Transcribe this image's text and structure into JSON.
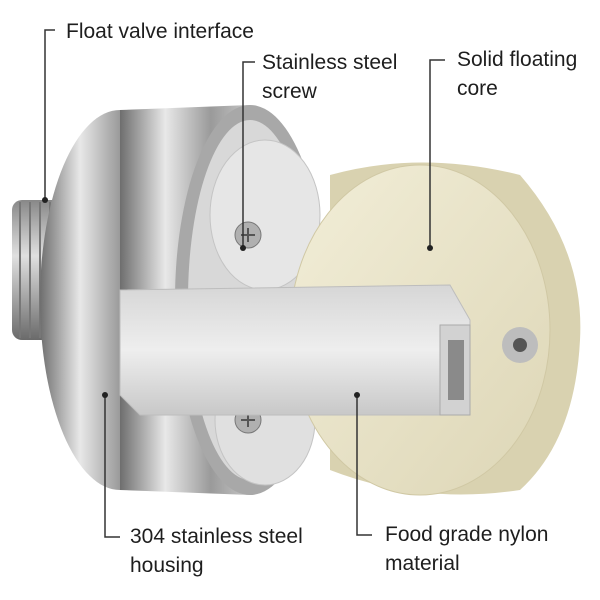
{
  "labels": {
    "float_valve": "Float valve interface",
    "screw_line1": "Stainless steel",
    "screw_line2": "screw",
    "core_line1": "Solid floating",
    "core_line2": "core",
    "housing_line1": "304 stainless steel",
    "housing_line2": "housing",
    "nylon_line1": "Food grade nylon",
    "nylon_line2": "material"
  },
  "colors": {
    "text": "#1e1e1e",
    "cream_core": "#ece6cc",
    "nylon_white": "#e4e4e4",
    "steel": "#b8b8b8"
  }
}
